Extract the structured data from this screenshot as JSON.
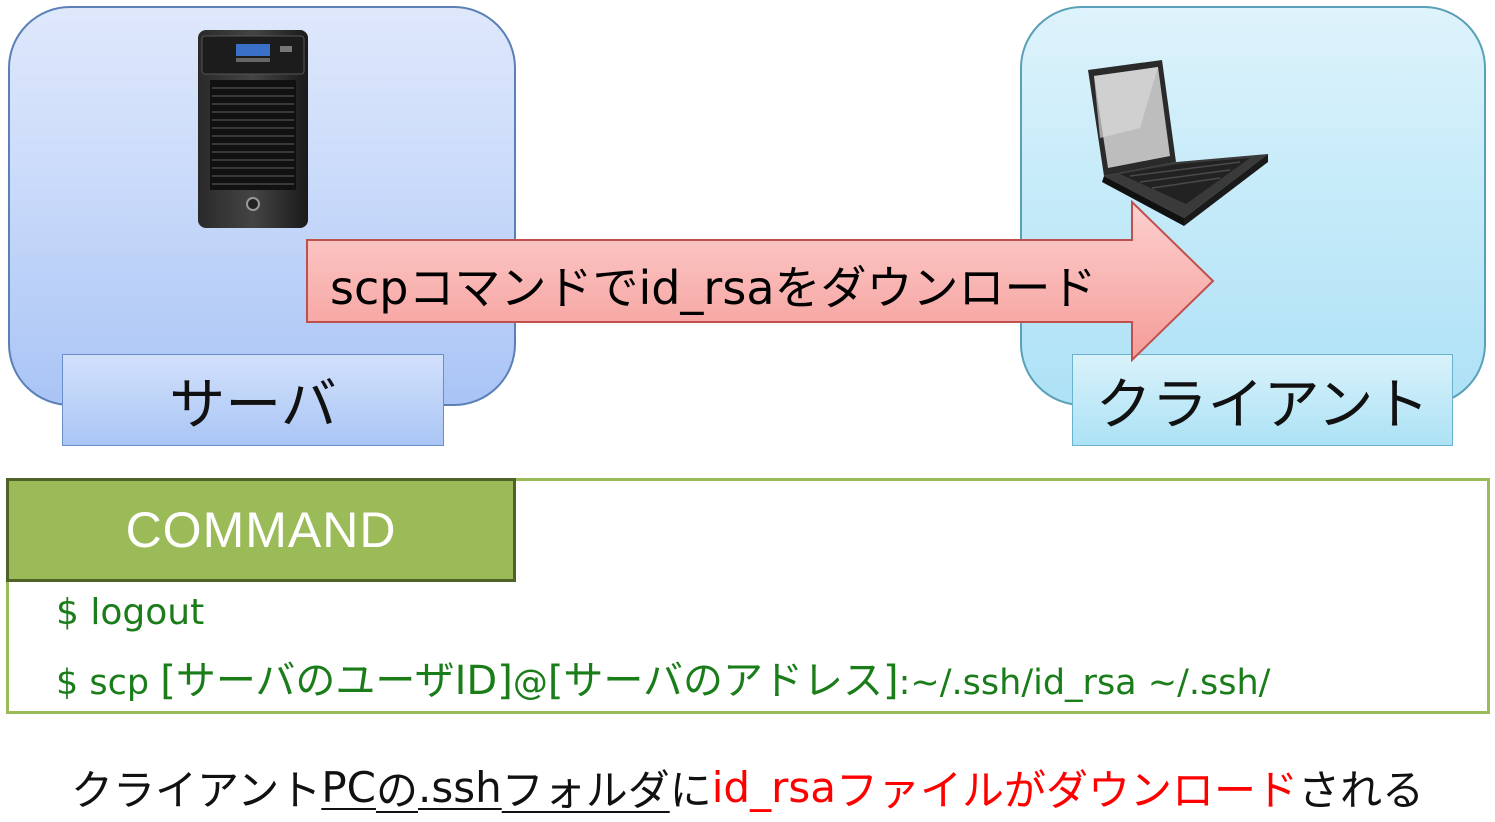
{
  "diagram": {
    "server_label": "サーバ",
    "client_label": "クライアント",
    "arrow_label": "scpコマンドでid_rsaをダウンロード",
    "server_icon": "server-tower-icon",
    "client_icon": "laptop-icon"
  },
  "command": {
    "header": "COMMAND",
    "line1": "$ logout",
    "line2_prefix": "$ scp ",
    "line2_user": "[サーバのユーザID]",
    "line2_at": "@",
    "line2_addr": "[サーバのアドレス]",
    "line2_suffix": ":~/.ssh/id_rsa ~/.ssh/"
  },
  "footer": {
    "part1": "クライアント",
    "part2": "PC",
    "part3": "の",
    "part4": ".ssh",
    "part5": "フォルダ",
    "part6": "に",
    "part7": "id_rsa",
    "part8": "ファイルがダウンロード",
    "part9": "される"
  },
  "colors": {
    "arrow_fill": "#f9a9a6",
    "arrow_border": "#c0504d",
    "command_green": "#9bbb59",
    "command_text": "#1a7d1a",
    "highlight_red": "#ff0000"
  }
}
